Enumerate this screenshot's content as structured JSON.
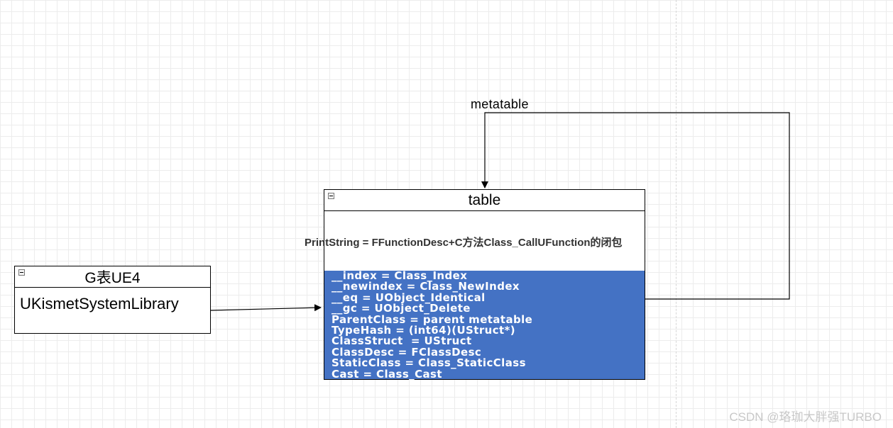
{
  "g_table": {
    "title": "G表UE4",
    "entry": "UKismetSystemLibrary"
  },
  "main_table": {
    "title": "table",
    "printstring": "PrintString = FFunctionDesc+C方法Class_CallUFunction的闭包",
    "fields": [
      "__index = Class_Index",
      "__newindex = Class_NewIndex",
      "__eq = UObject_Identical",
      "__gc = UObject_Delete",
      "ParentClass = parent metatable",
      "TypeHash = (int64)(UStruct*)",
      "ClassStruct  = UStruct",
      "ClassDesc = FClassDesc",
      "StaticClass = Class_StaticClass",
      "Cast = Class_Cast"
    ],
    "fields_color": "#4472c4"
  },
  "metatable_label": "metatable",
  "watermark": "CSDN @珞珈大胖强TURBO"
}
